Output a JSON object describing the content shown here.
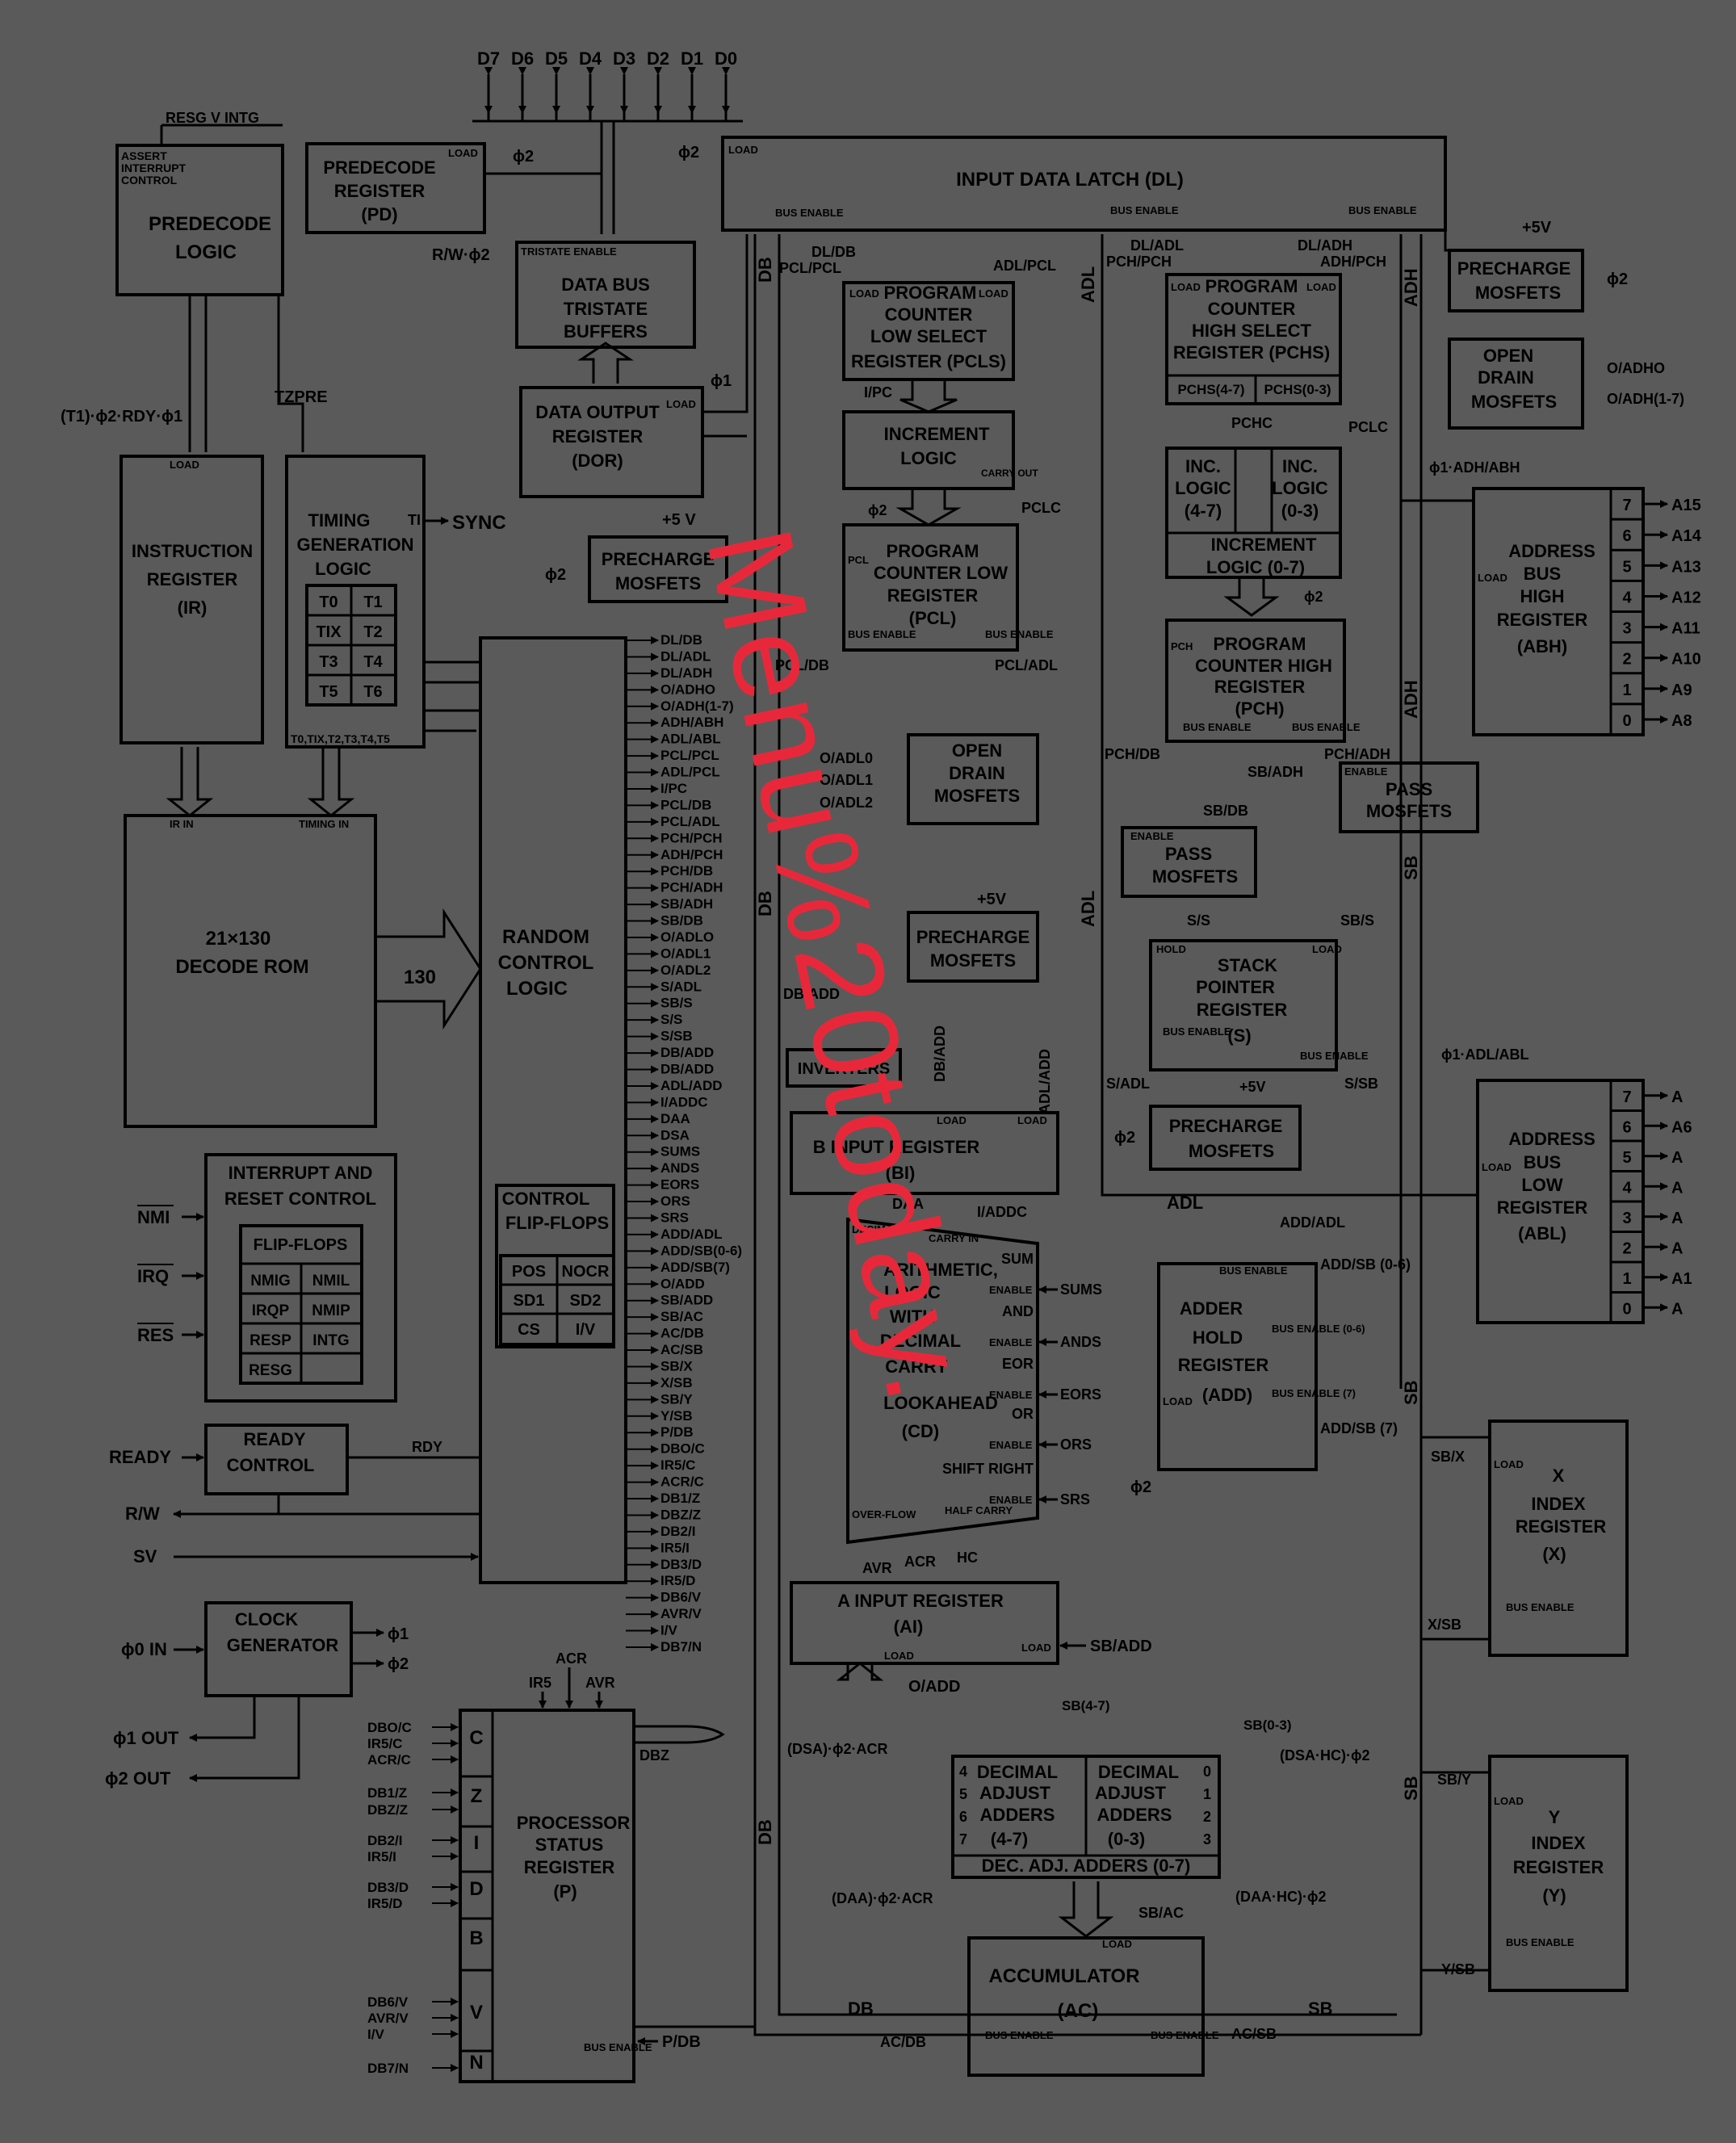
{
  "data_bus": {
    "pins": [
      "D7",
      "D6",
      "D5",
      "D4",
      "D3",
      "D2",
      "D1",
      "D0"
    ]
  },
  "top_left": {
    "resg_label": "RESG V INTG",
    "predecode_logic": {
      "lines": [
        "ASSERT",
        "INTERRUPT",
        "CONTROL"
      ],
      "title": [
        "PREDECODE",
        "LOGIC"
      ]
    },
    "predecode_register": {
      "title": [
        "PREDECODE",
        "REGISTER",
        "(PD)"
      ],
      "load": "LOAD",
      "clock": "ϕ2"
    },
    "rw_phi2": "R/W·ϕ2",
    "tristate_enable": "TRISTATE ENABLE",
    "data_bus_buffers": [
      "DATA BUS",
      "TRISTATE",
      "BUFFERS"
    ],
    "dor": {
      "title": [
        "DATA OUTPUT",
        "REGISTER",
        "(DOR)"
      ],
      "load": "LOAD",
      "clock": "ϕ1"
    }
  },
  "input_data_latch": {
    "title": "INPUT DATA LATCH (DL)",
    "load": "LOAD",
    "clock": "ϕ2",
    "bus_enable": "BUS ENABLE",
    "signals": [
      "DL/DB",
      "DL/ADL",
      "DL/ADH"
    ]
  },
  "control": {
    "t1_signal": "(T1)·ϕ2·RDY·ϕ1",
    "tzpre": "TZPRE",
    "instruction_register": [
      "INSTRUCTION",
      "REGISTER",
      "(IR)"
    ],
    "timing_logic": {
      "title": [
        "TIMING",
        "GENERATION",
        "LOGIC"
      ],
      "states": [
        "T0",
        "T1",
        "TIX",
        "T2",
        "T3",
        "T4",
        "T5",
        "T6"
      ],
      "footer": "T0,TIX,T2,T3,T4,T5"
    },
    "sync": "SYNC",
    "ti": "TI",
    "ir_in": "IR IN",
    "timing_in": "TIMING IN",
    "decode_rom": [
      "21×130",
      "DECODE ROM"
    ],
    "rom_width": "130",
    "random_control_logic": [
      "RANDOM",
      "CONTROL",
      "LOGIC"
    ],
    "control_flip_flops": {
      "title": [
        "CONTROL",
        "FLIP-FLOPS"
      ],
      "cells": [
        "POS",
        "NOCR",
        "SD1",
        "SD2",
        "CS",
        "I/V"
      ]
    },
    "precharge_top": {
      "title": [
        "PRECHARGE",
        "MOSFETS"
      ],
      "v": "+5 V",
      "clock": "ϕ2"
    },
    "control_lines": [
      "DL/DB",
      "DL/ADL",
      "DL/ADH",
      "O/ADHO",
      "O/ADH(1-7)",
      "ADH/ABH",
      "ADL/ABL",
      "PCL/PCL",
      "ADL/PCL",
      "I/PC",
      "PCL/DB",
      "PCL/ADL",
      "PCH/PCH",
      "ADH/PCH",
      "PCH/DB",
      "PCH/ADH",
      "SB/ADH",
      "SB/DB",
      "O/ADLO",
      "O/ADL1",
      "O/ADL2",
      "S/ADL",
      "SB/S",
      "S/S",
      "S/SB",
      "DB/ADD",
      "DB/ADD",
      "ADL/ADD",
      "I/ADDC",
      "DAA",
      "DSA",
      "SUMS",
      "ANDS",
      "EORS",
      "ORS",
      "SRS",
      "ADD/ADL",
      "ADD/SB(0-6)",
      "ADD/SB(7)",
      "O/ADD",
      "SB/ADD",
      "SB/AC",
      "AC/DB",
      "AC/SB",
      "SB/X",
      "X/SB",
      "SB/Y",
      "Y/SB",
      "P/DB",
      "DBO/C",
      "IR5/C",
      "ACR/C",
      "DB1/Z",
      "DBZ/Z",
      "DB2/I",
      "IR5/I",
      "DB3/D",
      "IR5/D",
      "DB6/V",
      "AVR/V",
      "I/V",
      "DB7/N"
    ]
  },
  "interrupt": {
    "title": [
      "INTERRUPT AND",
      "RESET CONTROL"
    ],
    "flip_flops": "FLIP-FLOPS",
    "cells": [
      "NMIG",
      "NMIL",
      "IRQP",
      "NMIP",
      "RESP",
      "INTG",
      "RESG"
    ],
    "inputs": [
      "NMI",
      "IRQ",
      "RES"
    ]
  },
  "ready": {
    "title": [
      "READY",
      "CONTROL"
    ],
    "input": "READY",
    "rdy": "RDY",
    "rw": "R/W",
    "sv": "SV"
  },
  "clock": {
    "title": [
      "CLOCK",
      "GENERATOR"
    ],
    "phi0": "ϕ0 IN",
    "phi1": "ϕ1",
    "phi2": "ϕ2",
    "phi1_out": "ϕ1 OUT",
    "phi2_out": "ϕ2 OUT"
  },
  "status": {
    "title": [
      "PROCESSOR",
      "STATUS",
      "REGISTER",
      "(P)"
    ],
    "flags": [
      "C",
      "Z",
      "I",
      "D",
      "B",
      "V",
      "N"
    ],
    "inputs": [
      "DBO/C",
      "IR5/C",
      "ACR/C",
      "DB1/Z",
      "DBZ/Z",
      "DB2/I",
      "IR5/I",
      "DB3/D",
      "IR5/D",
      "DB6/V",
      "AVR/V",
      "I/V",
      "DB7/N"
    ],
    "top_inputs": [
      "IR5",
      "ACR",
      "AVR"
    ],
    "dbz": "DBZ",
    "bus_enable": "BUS ENABLE",
    "p_db": "P/DB"
  },
  "program_counter": {
    "pcls": [
      "PROGRAM",
      "COUNTER",
      "LOW SELECT",
      "REGISTER (PCLS)"
    ],
    "inc_logic": [
      "INCREMENT",
      "LOGIC"
    ],
    "pcl": [
      "PROGRAM",
      "COUNTER LOW",
      "REGISTER",
      "(PCL)"
    ],
    "pchs": [
      "PROGRAM",
      "COUNTER",
      "HIGH SELECT",
      "REGISTER (PCHS)"
    ],
    "pchs_split": [
      "PCHS(4-7)",
      "PCHS(0-3)"
    ],
    "inc47": [
      "INC.",
      "LOGIC",
      "(4-7)"
    ],
    "inc03": [
      "INC.",
      "LOGIC",
      "(0-3)"
    ],
    "inc07": [
      "INCREMENT",
      "LOGIC (0-7)"
    ],
    "pch": [
      "PROGRAM",
      "COUNTER HIGH",
      "REGISTER",
      "(PCH)"
    ],
    "signals": [
      "DL/DB",
      "PCL/PCL",
      "ADL/PCL",
      "I/PC",
      "PCLC",
      "PCL/DB",
      "PCL/ADL",
      "DL/ADL",
      "PCH/PCH",
      "DL/ADH",
      "ADH/PCH",
      "PCHC",
      "PCH/DB",
      "PCH/ADH"
    ],
    "carry_out": "CARRY OUT",
    "increment": "INCREMENT"
  },
  "open_drain_low": {
    "title": [
      "OPEN",
      "DRAIN",
      "MOSFETS"
    ],
    "inputs": [
      "O/ADL0",
      "O/ADL1",
      "O/ADL2"
    ]
  },
  "precharge_mid": {
    "title": [
      "PRECHARGE",
      "MOSFETS"
    ],
    "v": "+5V"
  },
  "right_top": {
    "precharge": {
      "title": [
        "PRECHARGE",
        "MOSFETS"
      ],
      "v": "+5V",
      "clock": "ϕ2"
    },
    "open_drain": {
      "title": [
        "OPEN",
        "DRAIN",
        "MOSFETS"
      ],
      "inputs": [
        "O/ADHO",
        "O/ADH(1-7)"
      ]
    },
    "abh": {
      "title": [
        "ADDRESS",
        "BUS",
        "HIGH",
        "REGISTER",
        "(ABH)"
      ],
      "bits": [
        "7",
        "6",
        "5",
        "4",
        "3",
        "2",
        "1",
        "0"
      ],
      "pins": [
        "A15",
        "A14",
        "A13",
        "A12",
        "A11",
        "A10",
        "A9",
        "A8"
      ],
      "clock": "ϕ1·ADH/ABH",
      "load": "LOAD"
    },
    "abl": {
      "title": [
        "ADDRESS",
        "BUS",
        "LOW",
        "REGISTER",
        "(ABL)"
      ],
      "bits": [
        "7",
        "6",
        "5",
        "4",
        "3",
        "2",
        "1",
        "0"
      ],
      "pins": [
        "A",
        "A6",
        "A",
        "A",
        "A",
        "A",
        "A1",
        "A"
      ],
      "clock": "ϕ1·ADL/ABL",
      "load": "LOAD"
    }
  },
  "pass_mosfets": {
    "title": [
      "PASS",
      "MOSFETS"
    ],
    "signals": [
      "SB/DB",
      "SB/ADH",
      "ENABLE"
    ]
  },
  "stack": {
    "title": [
      "STACK",
      "POINTER",
      "REGISTER",
      "(S)"
    ],
    "signals": [
      "S/S",
      "SB/S",
      "S/ADL",
      "S/SB"
    ],
    "hold": "HOLD",
    "load": "LOAD"
  },
  "alu": {
    "b_input": [
      "B INPUT REGISTER",
      "(BI)"
    ],
    "inverters": "INVERTERS",
    "alu_title": [
      "ARITHMETIC,",
      "LOGIC",
      "WITH",
      "DECIMAL",
      "CARRY",
      "LOOKAHEAD",
      "(CD)"
    ],
    "ops": [
      "SUM",
      "AND",
      "EOR",
      "OR",
      "SHIFT RIGHT"
    ],
    "enables": [
      "SUMS",
      "ANDS",
      "EORS",
      "ORS",
      "SRS"
    ],
    "enable": "ENABLE",
    "daa": "DAA",
    "i_addc": "I/ADDC",
    "decimal": "DECIMAL",
    "carry_in": "CARRY IN",
    "overflow": "OVER-FLOW",
    "half_carry": "HALF CARRY",
    "avr": "AVR",
    "acr": "ACR",
    "hc": "HC",
    "a_input": [
      "A INPUT REGISTER",
      "(AI)"
    ],
    "sb_add": "SB/ADD",
    "o_add": "O/ADD",
    "db_add": "DB/ADD",
    "adl_add": "ADL/ADD",
    "db_add2": "DB/ADD"
  },
  "adder_hold": {
    "title": [
      "ADDER",
      "HOLD",
      "REGISTER",
      "(ADD)"
    ],
    "signals": [
      "ADD/ADL",
      "ADD/SB (0-6)",
      "ADD/SB (7)"
    ],
    "bus_enable": "BUS ENABLE",
    "adl": "ADL"
  },
  "index": {
    "x": {
      "title": [
        "X",
        "INDEX",
        "REGISTER",
        "(X)"
      ],
      "load": "SB/X",
      "enable": "X/SB"
    },
    "y": {
      "title": [
        "Y",
        "INDEX",
        "REGISTER",
        "(Y)"
      ],
      "load": "SB/Y",
      "enable": "Y/SB"
    }
  },
  "decimal_adjust": {
    "left": [
      "DECIMAL",
      "ADJUST",
      "ADDERS",
      "(4-7)"
    ],
    "right": [
      "DECIMAL",
      "ADJUST",
      "ADDERS",
      "(0-3)"
    ],
    "footer": "DEC. ADJ. ADDERS (0-7)",
    "left_bits": [
      "4",
      "5",
      "6",
      "7"
    ],
    "right_bits": [
      "0",
      "1",
      "2",
      "3"
    ],
    "signals": [
      "(DSA)·ϕ2·ACR",
      "(DAA)·ϕ2·ACR",
      "(DSA·HC)·ϕ2",
      "(DAA·HC)·ϕ2",
      "SB(4-7)",
      "SB(0-3)"
    ]
  },
  "accumulator": {
    "title": [
      "ACCUMULATOR",
      "(AC)"
    ],
    "signals": [
      "SB/AC",
      "AC/DB",
      "AC/SB"
    ],
    "load": "LOAD",
    "bus_enable": "BUS ENABLE"
  },
  "bus_labels": {
    "db": "DB",
    "sb": "SB",
    "adl": "ADL",
    "adh": "ADH"
  },
  "watermark": "Menu%20today."
}
